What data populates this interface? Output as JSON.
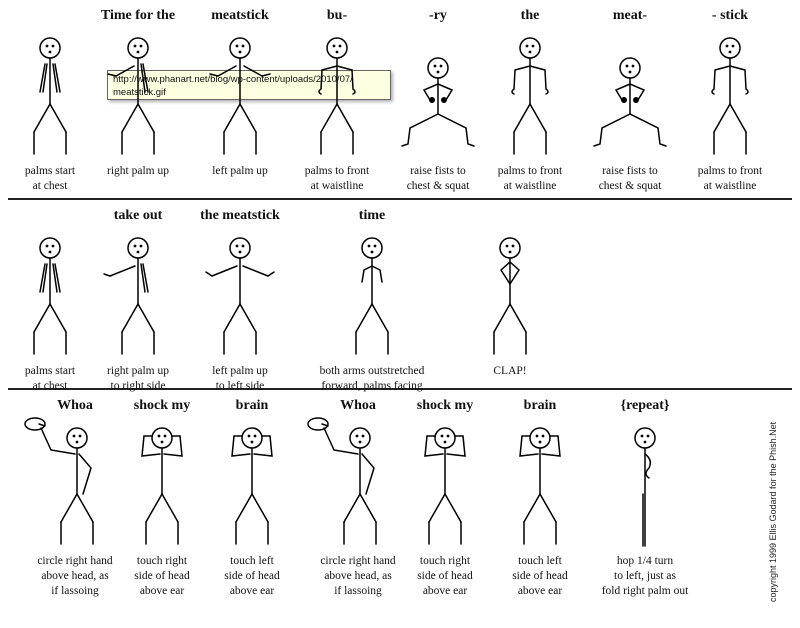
{
  "tooltip": {
    "line1": "http://www.phanart.net/blog/wp-content/uploads/2010/07/",
    "line2": "meatstick.gif"
  },
  "copyright": "copyright 1999 Ellis Godard for the Phish.Net",
  "rows": [
    {
      "figures": [
        {
          "lyric": "",
          "caption": [
            "palms start",
            "at chest"
          ],
          "pose": "palms-chest"
        },
        {
          "lyric": "Time for the",
          "caption": [
            "right palm up"
          ],
          "pose": "right-palm-up"
        },
        {
          "lyric": "meatstick",
          "caption": [
            "left palm up"
          ],
          "pose": "left-palm-up"
        },
        {
          "lyric": "bu-",
          "caption": [
            "palms to front",
            "at waistline"
          ],
          "pose": "palms-front"
        },
        {
          "lyric": "-ry",
          "caption": [
            "raise fists to",
            "chest & squat"
          ],
          "pose": "squat"
        },
        {
          "lyric": "the",
          "caption": [
            "palms to front",
            "at waistline"
          ],
          "pose": "palms-front"
        },
        {
          "lyric": "meat-",
          "caption": [
            "raise fists to",
            "chest & squat"
          ],
          "pose": "squat"
        },
        {
          "lyric": "- stick",
          "caption": [
            "palms to front",
            "at waistline"
          ],
          "pose": "palms-front"
        }
      ]
    },
    {
      "figures": [
        {
          "lyric": "",
          "caption": [
            "palms start",
            "at chest"
          ],
          "pose": "palms-chest"
        },
        {
          "lyric": "take out",
          "caption": [
            "right palm up",
            "to right side"
          ],
          "pose": "right-side"
        },
        {
          "lyric": "the meatstick",
          "caption": [
            "left palm up",
            "to left side"
          ],
          "pose": "left-side"
        },
        {
          "lyric": "time",
          "caption": [
            "both arms outstretched",
            "forward, palms facing"
          ],
          "pose": "forward"
        },
        {
          "lyric": "",
          "caption": [
            "CLAP!"
          ],
          "pose": "clap"
        }
      ]
    },
    {
      "figures": [
        {
          "lyric": "Whoa",
          "caption": [
            "circle right hand",
            "above head, as",
            "if lassoing"
          ],
          "pose": "lasso"
        },
        {
          "lyric": "shock my",
          "caption": [
            "touch right",
            "side of head",
            "above ear"
          ],
          "pose": "touch-head"
        },
        {
          "lyric": "brain",
          "caption": [
            "touch left",
            "side of head",
            "above ear"
          ],
          "pose": "touch-head"
        },
        {
          "lyric": "Whoa",
          "caption": [
            "circle right hand",
            "above head, as",
            "if lassoing"
          ],
          "pose": "lasso"
        },
        {
          "lyric": "shock my",
          "caption": [
            "touch right",
            "side of head",
            "above ear"
          ],
          "pose": "touch-head"
        },
        {
          "lyric": "brain",
          "caption": [
            "touch left",
            "side of head",
            "above ear"
          ],
          "pose": "touch-head"
        },
        {
          "lyric": "{repeat}",
          "caption": [
            "hop 1/4 turn",
            "to left, just as",
            "fold right palm out"
          ],
          "pose": "hop"
        }
      ]
    }
  ]
}
